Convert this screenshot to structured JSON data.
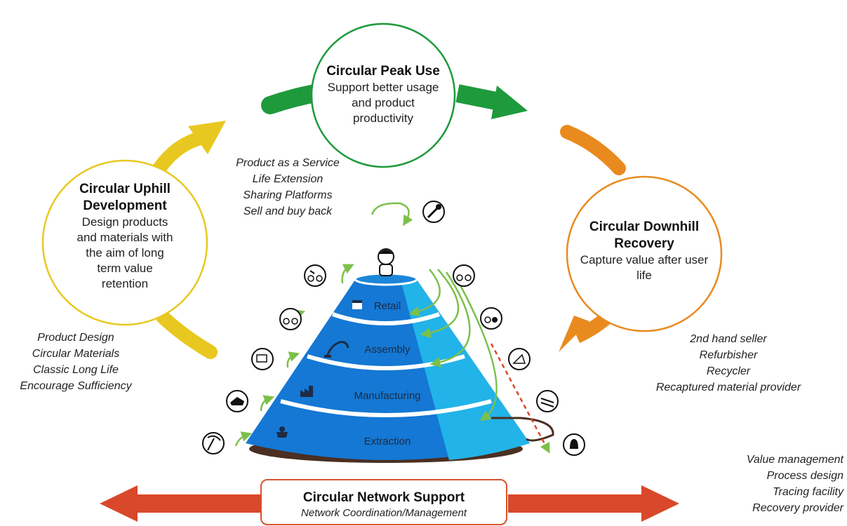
{
  "circles": {
    "peak": {
      "title": "Circular Peak Use",
      "desc": [
        "Support better usage",
        "and product",
        "productivity"
      ]
    },
    "uphill": {
      "title": [
        "Circular Uphill",
        "Development"
      ],
      "desc": [
        "Design products",
        "and materials with",
        "the aim of long",
        "term value",
        "retention"
      ]
    },
    "downhill": {
      "title": [
        "Circular Downhill",
        "Recovery"
      ],
      "desc": [
        "Capture value after user",
        "life"
      ]
    }
  },
  "lists": {
    "peak": [
      "Product as a Service",
      "Life Extension",
      "Sharing Platforms",
      "Sell and buy back"
    ],
    "uphill": [
      "Product Design",
      "Circular Materials",
      "Classic Long Life",
      "Encourage Sufficiency"
    ],
    "downhill": [
      "2nd hand seller",
      "Refurbisher",
      "Recycler",
      "Recaptured material provider"
    ],
    "network": [
      "Value management",
      "Process design",
      "Tracing facility",
      "Recovery provider"
    ]
  },
  "levels": [
    "Retail",
    "Assembly",
    "Manufacturing",
    "Extraction"
  ],
  "network": {
    "title": "Circular Network Support",
    "subtitle": "Network Coordination/Management"
  },
  "colors": {
    "green": "#1e9a3c",
    "yellow": "#e8c820",
    "orange": "#e98a1f",
    "red": "#d9482a",
    "cone_dark": "#1478d4",
    "cone_light": "#22b3e8",
    "light_green": "#7cc04a"
  },
  "icons": [
    "wrench-icon",
    "person-icon",
    "bicycle-icon",
    "store-icon",
    "robot-arm-icon",
    "factory-icon",
    "mine-cart-icon",
    "pickaxe-icon",
    "truck-icon",
    "materials-icon",
    "parts-icon",
    "frame-icon",
    "pipes-icon",
    "bag-icon"
  ]
}
